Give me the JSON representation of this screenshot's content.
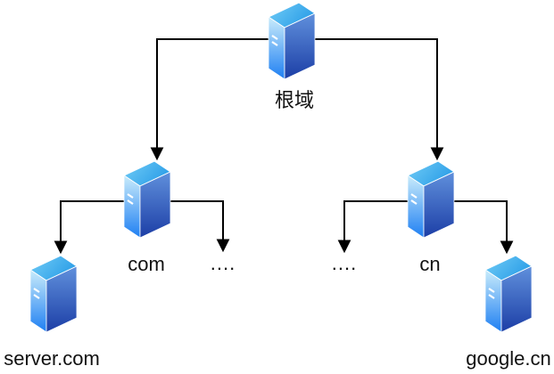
{
  "diagram": {
    "background": "#ffffff",
    "line_color": "#000000",
    "text_color": "#111111",
    "nodes": {
      "root": {
        "label": "根域",
        "icon": "server-icon"
      },
      "com": {
        "label": "com",
        "icon": "server-icon"
      },
      "cn": {
        "label": "cn",
        "icon": "server-icon"
      },
      "server_com": {
        "label": "server.com",
        "icon": "server-icon"
      },
      "google_cn": {
        "label": "google.cn",
        "icon": "server-icon"
      },
      "ellipsis_left": {
        "label": "...."
      },
      "ellipsis_right": {
        "label": "...."
      }
    },
    "edges": [
      {
        "from": "root",
        "to": "com"
      },
      {
        "from": "root",
        "to": "cn"
      },
      {
        "from": "com",
        "to": "server_com"
      },
      {
        "from": "com",
        "to": "ellipsis_left"
      },
      {
        "from": "cn",
        "to": "ellipsis_right"
      },
      {
        "from": "cn",
        "to": "google_cn"
      }
    ],
    "icon_colors": {
      "top_light": "#72cdf6",
      "top_dark": "#2d9fe8",
      "left_top": "#c9ecfb",
      "left_bottom": "#1e7ff2",
      "right_top": "#6090dc",
      "right_bottom": "#1c3ea6",
      "edge": "#ffffff"
    }
  }
}
